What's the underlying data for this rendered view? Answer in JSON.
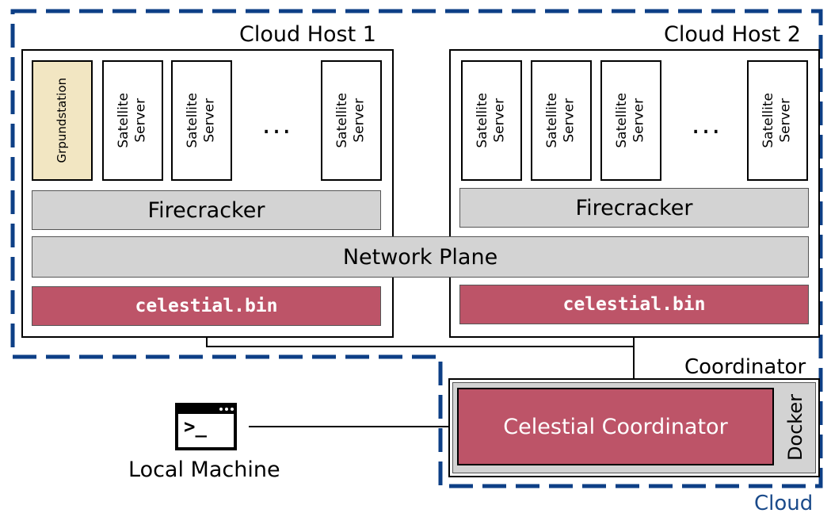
{
  "hosts": [
    {
      "title": "Cloud Host 1",
      "vms": [
        {
          "label": "Grpundstation",
          "kind": "ground"
        },
        {
          "label": "Satellite\nServer",
          "kind": "satellite"
        },
        {
          "label": "Satellite\nServer",
          "kind": "satellite"
        },
        {
          "label": "Satellite\nServer",
          "kind": "satellite"
        }
      ],
      "ellipsis": "...",
      "hypervisor": "Firecracker",
      "binary": "celestial.bin"
    },
    {
      "title": "Cloud Host 2",
      "vms": [
        {
          "label": "Satellite\nServer",
          "kind": "satellite"
        },
        {
          "label": "Satellite\nServer",
          "kind": "satellite"
        },
        {
          "label": "Satellite\nServer",
          "kind": "satellite"
        },
        {
          "label": "Satellite\nServer",
          "kind": "satellite"
        }
      ],
      "ellipsis": "...",
      "hypervisor": "Firecracker",
      "binary": "celestial.bin"
    }
  ],
  "network_plane": "Network Plane",
  "coordinator": {
    "title": "Coordinator",
    "app": "Celestial Coordinator",
    "container": "Docker"
  },
  "local_machine": {
    "label": "Local Machine",
    "icon": "terminal-icon",
    "prompt": ">_"
  },
  "cloud_label": "Cloud",
  "colors": {
    "cloud_border": "#0d3f86",
    "binary_fill": "#bd5468",
    "coordinator_fill": "#bd5468",
    "groundstation_fill": "#f2e6c2",
    "layer_fill": "#d3d3d3"
  }
}
